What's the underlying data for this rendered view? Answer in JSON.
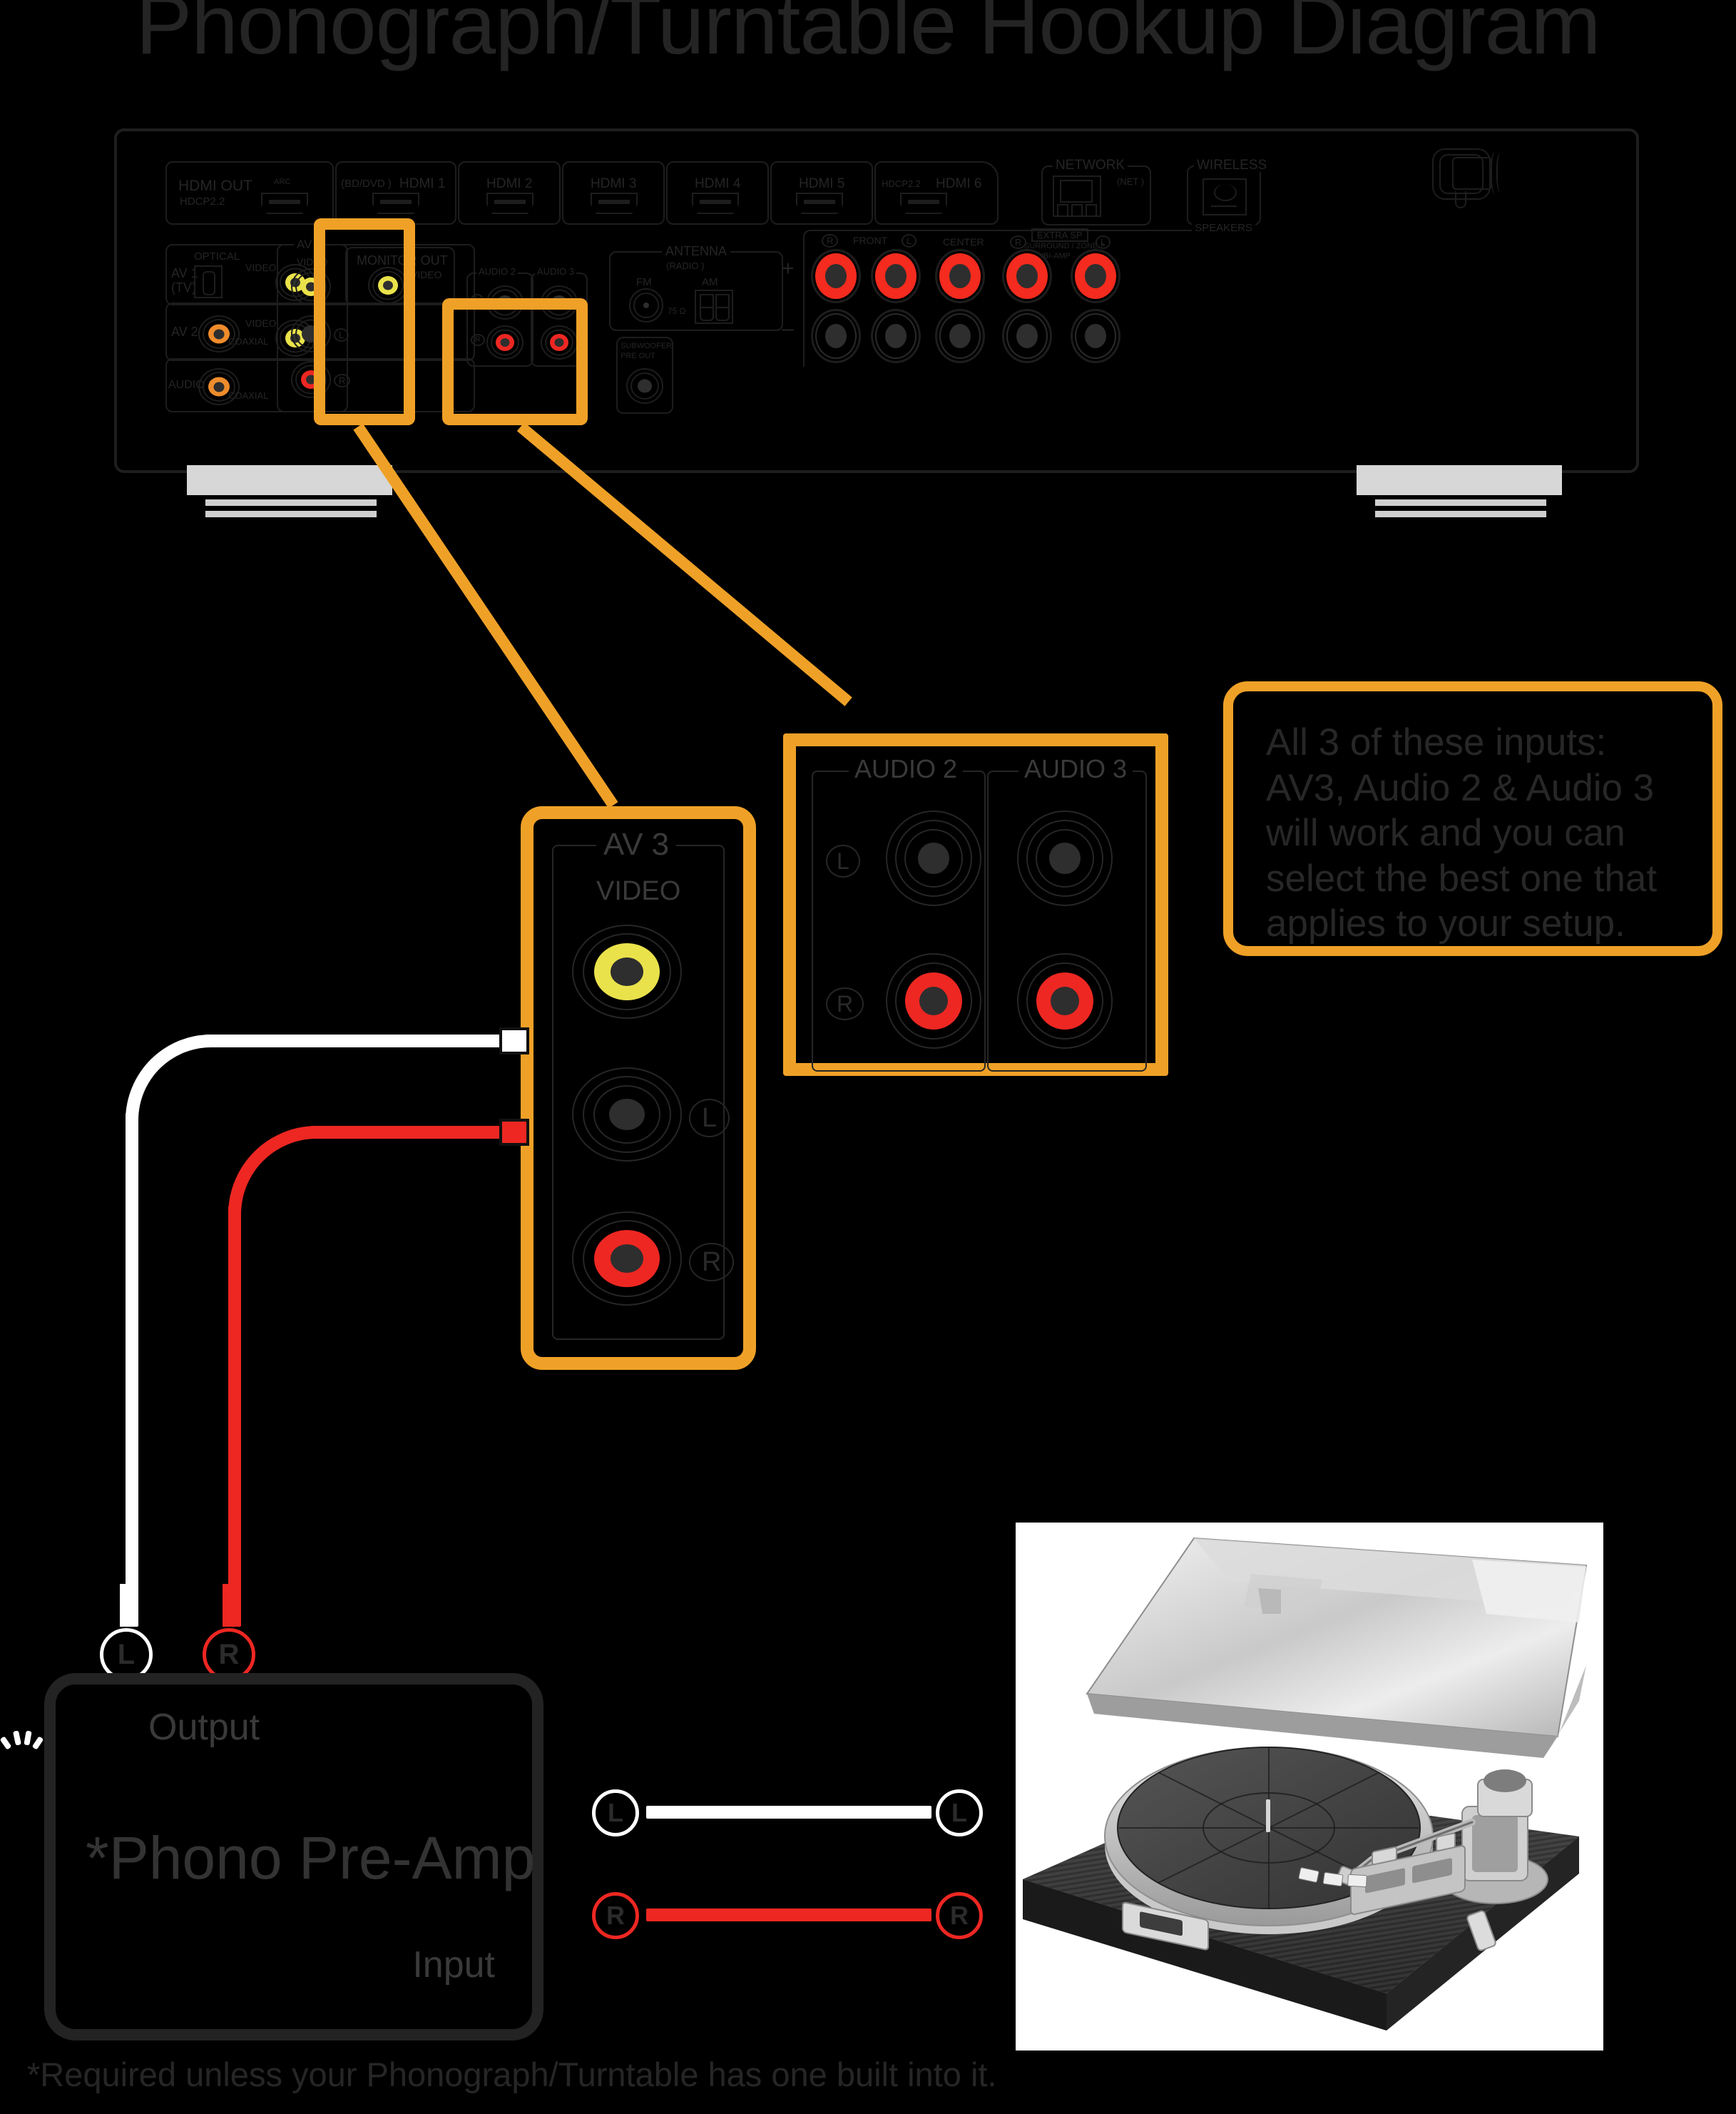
{
  "page": {
    "title": "Phonograph/Turntable Hookup Diagram",
    "footnote": "*Required unless your Phonograph/Turntable has one built into it."
  },
  "receiver": {
    "hdmi_row": [
      {
        "name": "hdmi-out",
        "label": "HDMI OUT",
        "sub": "HDCP2.2",
        "port_label": "ARC"
      },
      {
        "name": "hdmi-1",
        "label": "HDMI 1",
        "prefix": "(BD/DVD )"
      },
      {
        "name": "hdmi-2",
        "label": "HDMI 2"
      },
      {
        "name": "hdmi-3",
        "label": "HDMI 3"
      },
      {
        "name": "hdmi-4",
        "label": "HDMI 4"
      },
      {
        "name": "hdmi-5",
        "label": "HDMI 5"
      },
      {
        "name": "hdmi-6",
        "label": "HDMI 6",
        "prefix": "HDCP2.2"
      }
    ],
    "network": {
      "label": "NETWORK",
      "sub": "(NET )"
    },
    "wireless": {
      "label": "WIRELESS"
    },
    "av1": {
      "label": "AV  1",
      "sub": "(TV)",
      "optical": "OPTICAL",
      "video": "VIDEO"
    },
    "av2": {
      "label": "AV  2",
      "coaxial": "COAXIAL",
      "video": "VIDEO"
    },
    "audio1": {
      "label": "AUDIO 1",
      "coaxial": "COAXIAL"
    },
    "av3": {
      "label": "AV  3",
      "video": "VIDEO",
      "left": "L",
      "right": "R"
    },
    "monitor_out": {
      "label": "MONITOR OUT",
      "video": "VIDEO"
    },
    "audio2": {
      "label": "AUDIO  2",
      "left": "L",
      "right": "R"
    },
    "audio3": {
      "label": "AUDIO  3"
    },
    "antenna": {
      "label": "ANTENNA",
      "sub": "(RADIO )",
      "fm": "FM",
      "am": "AM",
      "impedance": "75 Ω"
    },
    "subwoofer": {
      "line1": "SUBWOOFER",
      "line2": "PRE OUT"
    },
    "speakers": {
      "label": "SPEAKERS",
      "front": "FRONT",
      "center": "CENTER",
      "extra_sp": "EXTRA SP",
      "surround": "SURROUND / ZONE 2",
      "biamp": "/BI-AMP",
      "plus": "+",
      "minus": "–",
      "right": "R",
      "left": "L"
    }
  },
  "callouts": {
    "av3": {
      "title": "AV  3",
      "video": "VIDEO",
      "left": "L",
      "right": "R"
    },
    "audio2": {
      "title": "AUDIO  2",
      "left": "L",
      "right": "R"
    },
    "audio3": {
      "title": "AUDIO  3"
    },
    "info": {
      "lines": [
        "All 3 of these inputs:",
        "AV3, Audio 2 & Audio 3",
        "will work and you can",
        "select the best one that",
        "applies to your setup."
      ]
    }
  },
  "preamp": {
    "name": "*Phono Pre-Amp",
    "output_label": "Output",
    "input_label": "Input",
    "output_connectors": [
      {
        "label": "L",
        "color": "#ffffff"
      },
      {
        "label": "R",
        "color": "#ee2722"
      }
    ],
    "input_connectors": [
      {
        "label": "L",
        "color": "#ffffff"
      },
      {
        "label": "R",
        "color": "#ee2722"
      }
    ]
  },
  "turntable": {
    "connectors": [
      {
        "label": "L",
        "color": "#ffffff"
      },
      {
        "label": "R",
        "color": "#ee2722"
      }
    ]
  },
  "colors": {
    "accent_orange": "#efa127",
    "jack_red": "#ee2722",
    "jack_yellow": "#eae24b",
    "jack_orange": "#ef8c2c",
    "speaker_red": "#f42b1e",
    "cable_white": "#ffffff",
    "background": "#000000",
    "panel_outline": "#1d1d1d"
  }
}
